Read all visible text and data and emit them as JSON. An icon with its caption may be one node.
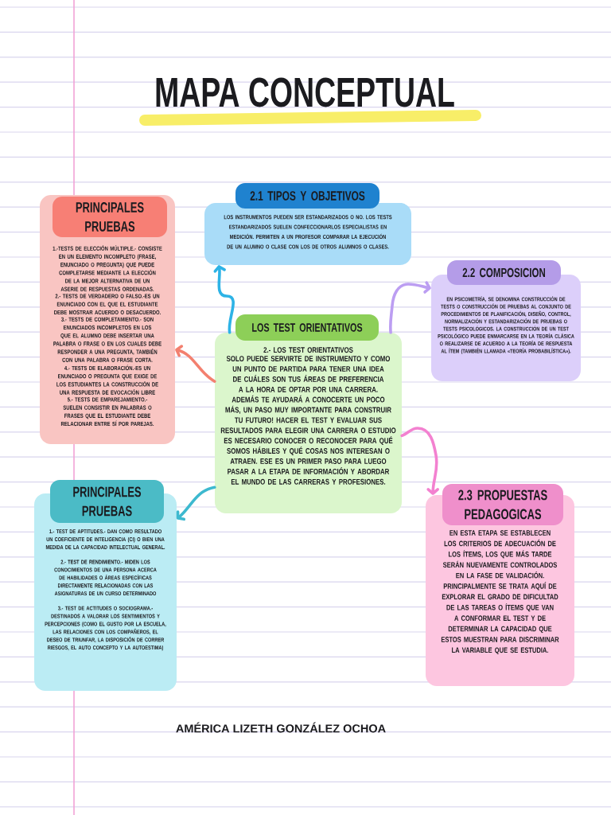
{
  "diagram": {
    "title": "MAPA CONCEPTUAL",
    "nodes": [
      {
        "text": [
          "PRINCIPALES PRUEBAS",
          "1.-TESTS DE ELECCIÓN MÚLTIPLE.- CONSISTE EN UN ELEMENTO INCOMPLETO (FRASE, ENUNCIADO O PREGUNTA) QUE PUEDE COMPLETARSE MEDIANTE LA ELECCIÓN DE LA MEJOR ALTERNATIVA DE UN ASERIE DE RESPUESTAS ORDENADAS.",
          "2.- TESTS DE VERDADERO O FALSO.-ES UN ENUNCIADO CON EL QUE EL ESTUDIANTE DEBE MOSTRAR ACUERDO O DESACUERDO.",
          "3.- TESTS DE COMPLETAMIENTO.- SON ENUNCIADOS INCOMPLETOS EN LOS QUE EL ALUMNO DEBE INSERTAR UNA PALABRA O FRASE O EN LOS CUALES DEBE RESPONDER A UNA PREGUNTA, TAMBIÉN CON UNA PALABRA O FRASE CORTA.",
          "4.- TESTS DE ELABORACIÓN.-ES UN ENUNCIADO O PREGUNTA QUE EXIGE DE LOS ESTUDIANTES LA CONSTRUCCIÓN DE UNA RESPUESTA DE EVOCACIÓN LIBRE",
          "5.- TESTS DE EMPAREJAMIENTO.- SUELEN CONSISTIR EN PALABRAS O FRASES QUE EL ESTUDIANTE DEBE RELACIONAR ENTRE SÍ POR PAREJAS."
        ]
      },
      {
        "text": [
          "2.1 TIPOS Y OBJETIVOS",
          "LOS INSTRUMENTOS PUEDEN SER ESTANDARIZADOS O NO. LOS TESTS ESTANDARIZADOS SUELEN CONFECCIONARLOS ESPECIALISTAS EN MEDICIÓN. PERMITEN A UN PROFESOR COMPARAR LA EJECUCIÓN DE UN ALUMNO O CLASE CON LOS DE OTROS ALUMNOS O CLASES."
        ]
      },
      {
        "text": [
          "2.2 COMPOSICION",
          "EN PSICOMETRÍA, SE DENOMINA CONSTRUCCIÓN DE TESTS O CONSTRUCCIÓN DE PRUEBAS AL CONJUNTO DE PROCEDIMIENTOS DE PLANIFICACIÓN, DISEÑO, CONTROL, NORMALIZACIÓN Y ESTANDARIZACIÓN DE PRUEBAS O TESTS PSICOLÓGICOS. LA CONSTRUCCIÓN DE UN TEST PSICOLÓGICO PUEDE ENMARCARSE EN LA TEORÍA CLÁSICA O REALIZARSE DE ACUERDO A LA TEORÍA DE RESPUESTA AL ÍTEM (TAMBIÉN LLAMADA «TEORÍA PROBABILÍSTICA»)."
        ]
      },
      {
        "text": [
          "LOS TEST ORIENTATIVOS",
          "2.- LOS TEST ORIENTATIVOS",
          "SOLO PUEDE SERVIRTE DE INSTRUMENTO Y COMO UN PUNTO DE PARTIDA PARA TENER UNA IDEA DE CUÁLES SON TUS ÁREAS DE PREFERENCIA A LA HORA DE OPTAR POR UNA CARRERA.",
          "ADEMÁS TE AYUDARÁ A CONOCERTE UN POCO MÁS, UN PASO MUY IMPORTANTE PARA CONSTRUIR TU FUTURO! HACER EL TEST Y EVALUAR SUS RESULTADOS PARA ELEGIR UNA CARRERA O ESTUDIO ES NECESARIO CONOCER O RECONOCER PARA QUÉ SOMOS HÁBILES Y QUÉ COSAS NOS INTERESAN O ATRAEN. ESE ES UN PRIMER PASO PARA LUEGO PASAR A LA ETAPA DE INFORMACIÓN Y ABORDAR EL MUNDO DE LAS CARRERAS Y PROFESIONES."
        ]
      },
      {
        "text": [
          "PRINCIPALES PRUEBAS",
          "1.- TEST DE APTITUDES.- DAN COMO RESULTADO UN COEFICIENTE DE INTELIGENCIA (CI) O BIEN UNA MEDIDA DE LA CAPACIDAD INTELECTUAL GENERAL.",
          "2.- TEST DE RENDIMIENTO.- MIDEN LOS CONOCIMIENTOS DE UNA PERSONA ACERCA DE HABILIDADES O ÁREAS ESPECÍFICAS DIRECTAMENTE RELACIONADAS CON LAS ASIGNATURAS DE UN CURSO DETERMINADO",
          "3.- TEST DE ACTITUDES O SOCIOGRAMA.- DESTINADOS A VALORAR LOS SENTIMIENTOS Y PERCEPCIONES (COMO EL GUSTO POR LA ESCUELA, LAS RELACIONES CON LOS COMPAÑEROS, EL DESEO DE TRIUNFAR, LA DISPOSICIÓN DE CORRER RIESGOS, EL AUTO CONCEPTO Y LA AUTOESTIMA)"
        ]
      },
      {
        "text": [
          "2.3 PROPUESTAS PEDAGOGICAS",
          "EN ESTA ETAPA SE ESTABLECEN LOS CRITERIOS DE ADECUACIÓN DE LOS ÍTEMS, LOS QUE MÁS TARDE SERÁN NUEVAMENTE CONTROLADOS EN LA FASE DE VALIDACIÓN.",
          "PRINCIPALMENTE SE TRATA AQUÍ DE EXPLORAR EL GRADO DE DIFICULTAD DE LAS TAREAS O ÍTEMS QUE VAN A CONFORMAR EL TEST Y DE DETERMINAR LA CAPACIDAD QUE ESTOS MUESTRAN PARA DISCRIMINAR LA VARIABLE QUE SE ESTUDIA."
        ]
      }
    ],
    "edges": [
      {
        "from": 3,
        "to": 1,
        "arrow": "to",
        "color": "#2db3e6"
      },
      {
        "from": 3,
        "to": 0,
        "arrow": "to",
        "color": "#f3806f"
      },
      {
        "from": 3,
        "to": 2,
        "arrow": "to",
        "color": "#bc9ef2"
      },
      {
        "from": 3,
        "to": 5,
        "arrow": "to",
        "color": "#f381d0"
      },
      {
        "from": 3,
        "to": 4,
        "arrow": "to",
        "color": "#3db9cf"
      }
    ],
    "labels": [
      "AMÉRICA LIZETH GONZÁLEZ OCHOA"
    ]
  }
}
